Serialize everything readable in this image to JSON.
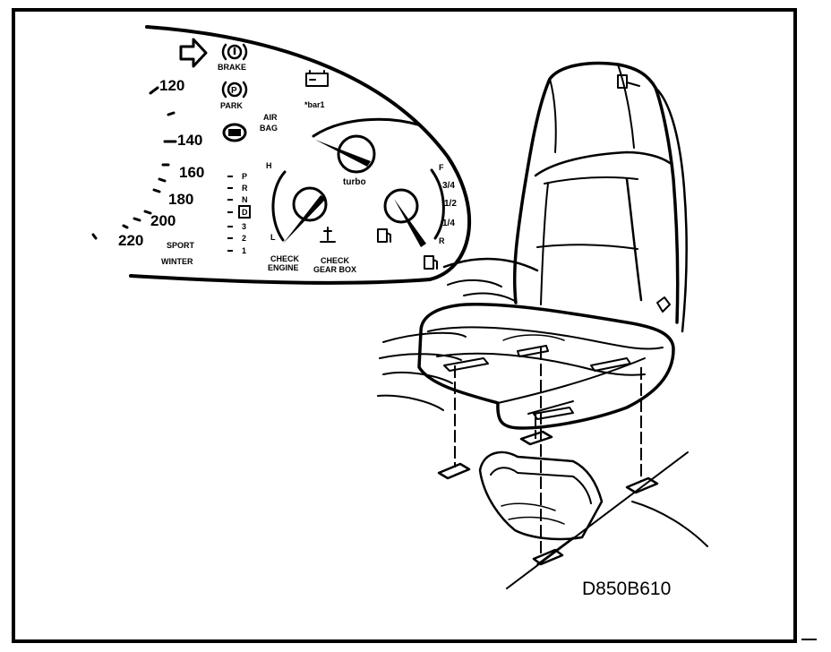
{
  "figure_code": "D850B610",
  "cluster": {
    "speed_marks": [
      "120",
      "140",
      "160",
      "180",
      "200",
      "220"
    ],
    "warning_labels": {
      "brake": "BRAKE",
      "park": "PARK",
      "airbag_line1": "AIR",
      "airbag_line2": "BAG",
      "check_engine_line1": "CHECK",
      "check_engine_line2": "ENGINE",
      "check_gearbox_line1": "CHECK",
      "check_gearbox_line2": "GEAR BOX",
      "sport": "SPORT",
      "winter": "WINTER",
      "turbo": "turbo",
      "turbo_symbol": "*bar1"
    },
    "gear_positions": [
      "P",
      "R",
      "N",
      "D",
      "3",
      "2",
      "1"
    ],
    "selected_gear": "D",
    "temp_gauge": {
      "high": "H",
      "low": "L"
    },
    "fuel_gauge": {
      "full": "F",
      "three_quarter": "3/4",
      "half": "1/2",
      "quarter": "1/4",
      "reserve": "R"
    },
    "icon_names": [
      "arrow-right-icon",
      "brake-warning-icon",
      "park-brake-icon",
      "airbag-icon",
      "battery-icon",
      "coolant-temp-icon",
      "fuel-pump-icon"
    ]
  }
}
